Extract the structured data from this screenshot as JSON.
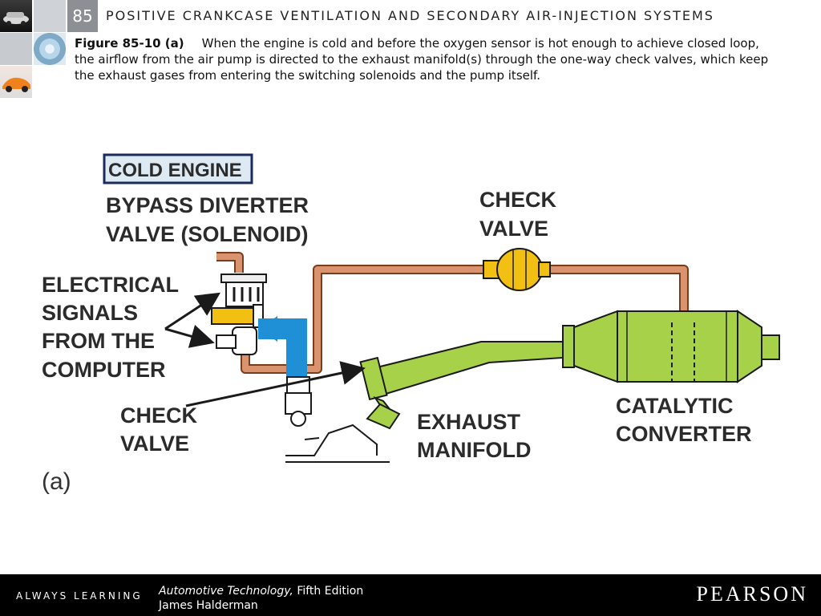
{
  "header": {
    "chapter_number": "85",
    "chapter_title": "POSITIVE CRANKCASE VENTILATION AND SECONDARY AIR-INJECTION SYSTEMS"
  },
  "caption": {
    "figure_label": "Figure 85-10 (a)",
    "text": "When the engine is cold and before the oxygen sensor is hot enough to achieve closed loop, the airflow from the air pump is directed to the exhaust manifold(s) through the one-way check valves, which keep the exhaust gases from entering the switching solenoids and the pump itself."
  },
  "diagram": {
    "state_box": "COLD ENGINE",
    "bypass_line1": "BYPASS DIVERTER",
    "bypass_line2": "VALVE (SOLENOID)",
    "check_top_line1": "CHECK",
    "check_top_line2": "VALVE",
    "signals_line1": "ELECTRICAL",
    "signals_line2": "SIGNALS",
    "signals_line3": "FROM THE",
    "signals_line4": "COMPUTER",
    "check_bottom_line1": "CHECK",
    "check_bottom_line2": "VALVE",
    "exhaust_line1": "EXHAUST",
    "exhaust_line2": "MANIFOLD",
    "catalytic_line1": "CATALYTIC",
    "catalytic_line2": "CONVERTER",
    "panel_label": "(a)",
    "colors": {
      "air_pipe": "#d9936e",
      "exhaust_green": "#a8d14a",
      "check_valve_yellow": "#f2c012",
      "air_flow_blue": "#1f8fd6"
    }
  },
  "footer": {
    "tagline": "ALWAYS LEARNING",
    "book_title": "Automotive Technology,",
    "book_edition": "Fifth Edition",
    "author": "James Halderman",
    "publisher": "PEARSON"
  }
}
